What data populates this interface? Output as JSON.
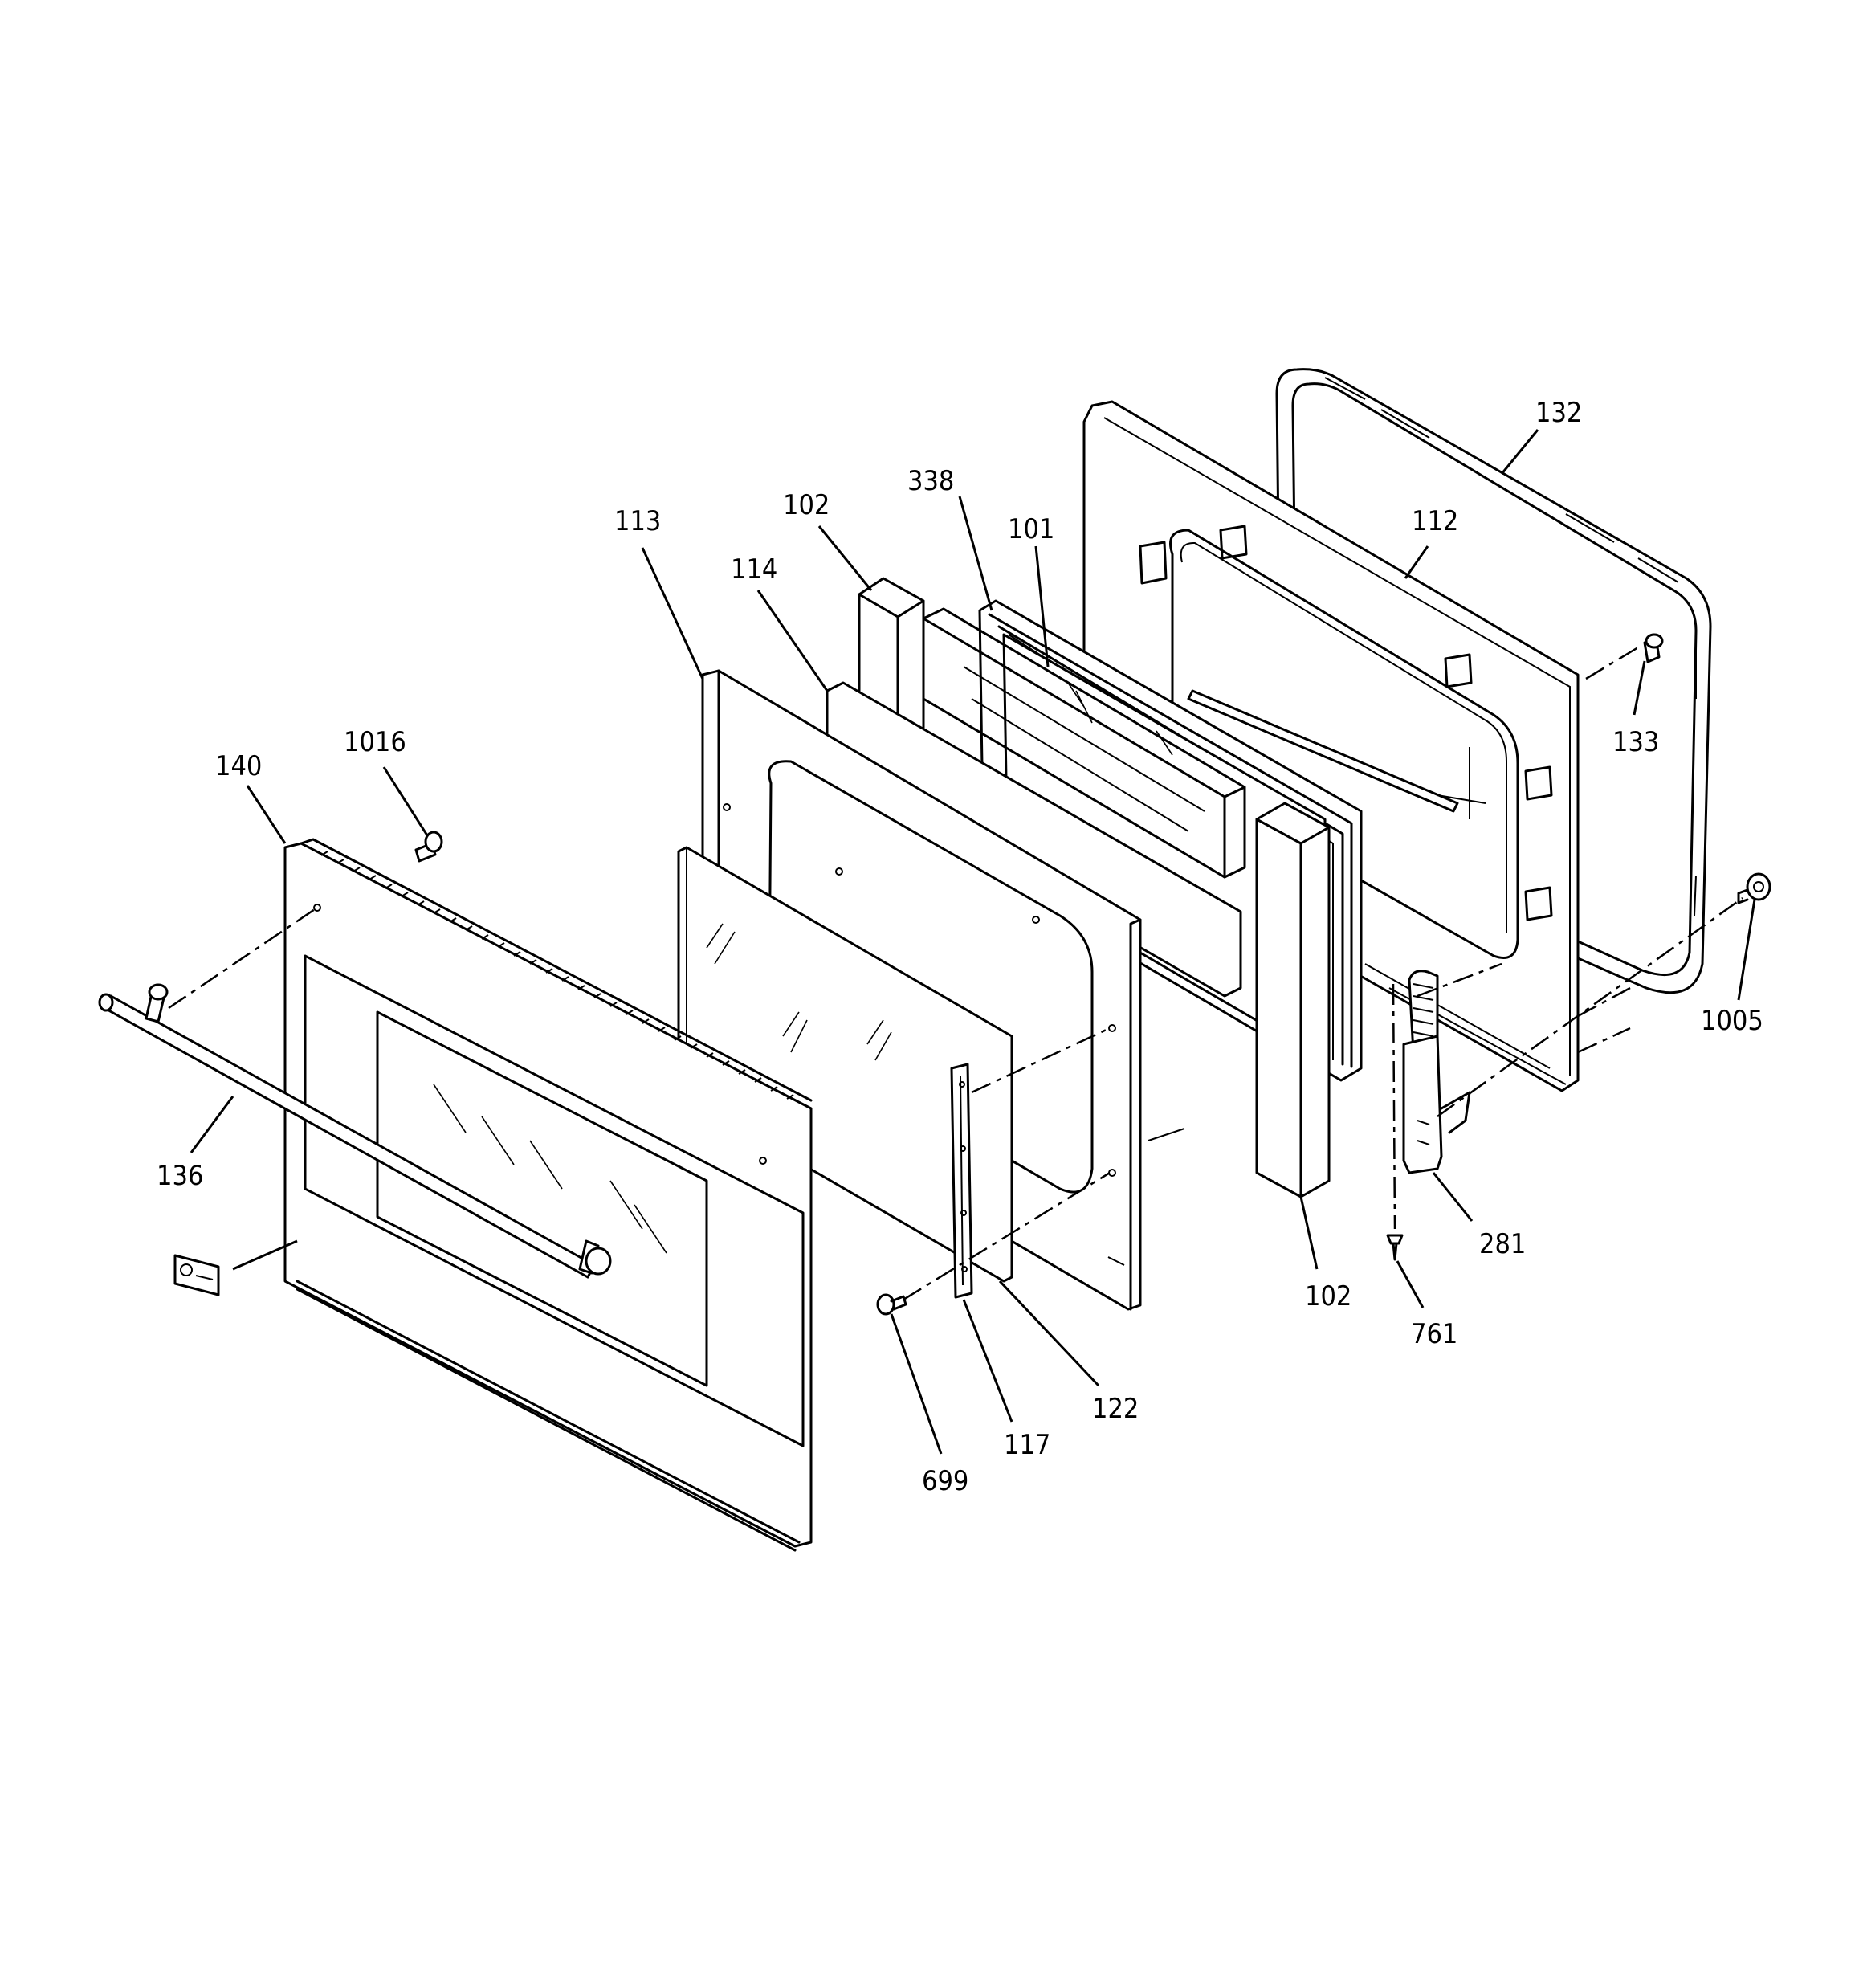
{
  "diagram": {
    "callouts": {
      "c132": "132",
      "c338": "338",
      "c101": "101",
      "c112": "112",
      "c113": "113",
      "c102a": "102",
      "c114": "114",
      "c133": "133",
      "c1016": "1016",
      "c140": "140",
      "c1005": "1005",
      "c136": "136",
      "c281": "281",
      "c102b": "102",
      "c761": "761",
      "c122": "122",
      "c117": "117",
      "c699": "699"
    }
  }
}
